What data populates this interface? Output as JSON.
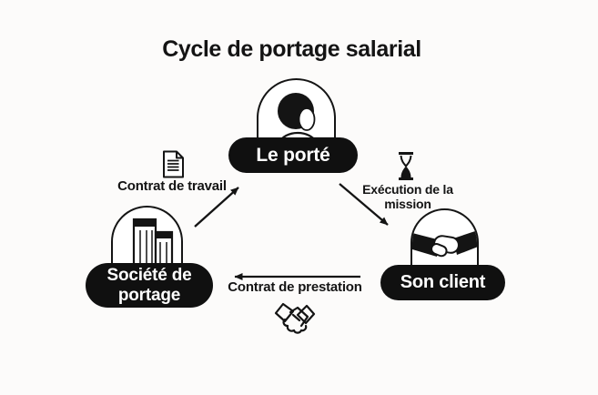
{
  "colors": {
    "background": "#fcfbfa",
    "ink": "#141414",
    "pill_fill": "#101010",
    "pill_text": "#ffffff",
    "arch_fill": "#ffffff"
  },
  "title": "Cycle de portage salarial",
  "nodes": {
    "porte": {
      "label": "Le porté",
      "icon": "person-icon"
    },
    "societe": {
      "line1": "Société de",
      "line2": "portage",
      "icon": "buildings-icon"
    },
    "client": {
      "label": "Son client",
      "icon": "handshake-icon"
    }
  },
  "edges": {
    "travail": {
      "label": "Contrat de travail",
      "icon": "document-icon",
      "from": "Société de portage",
      "to": "Le porté"
    },
    "execution": {
      "line1": "Exécution de la",
      "line2": "mission",
      "icon": "hourglass-icon",
      "from": "Le porté",
      "to": "Son client"
    },
    "prestation": {
      "label": "Contrat de prestation",
      "icon": "handshake-outline-icon",
      "from": "Son client",
      "to": "Société de portage"
    }
  }
}
